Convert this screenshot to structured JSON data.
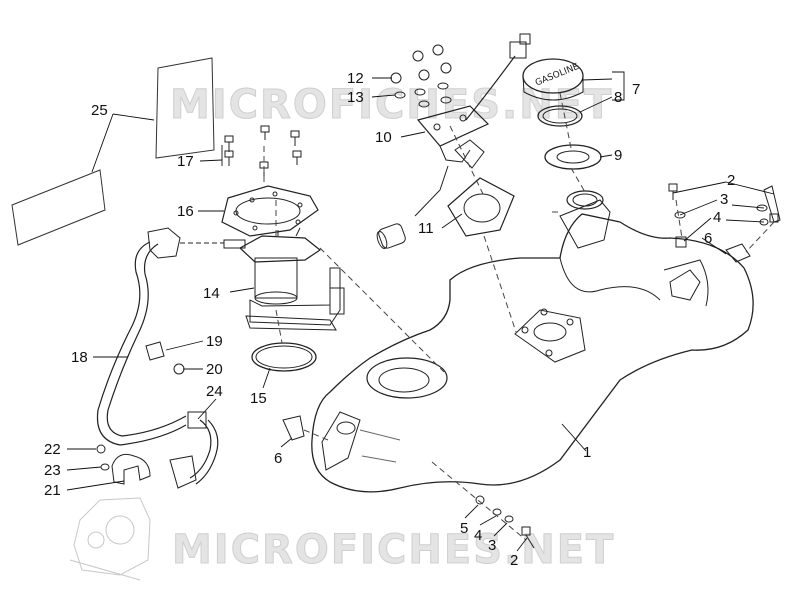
{
  "watermark": "MICROFICHES.NET",
  "callouts": [
    "1",
    "2",
    "3",
    "4",
    "5",
    "6",
    "7",
    "8",
    "9",
    "10",
    "11",
    "12",
    "13",
    "14",
    "15",
    "16",
    "17",
    "18",
    "19",
    "20",
    "21",
    "22",
    "23",
    "24",
    "25"
  ],
  "callouts_lower": [
    "2",
    "3",
    "4",
    "5",
    "6"
  ],
  "cap_text": "GASOLINE"
}
